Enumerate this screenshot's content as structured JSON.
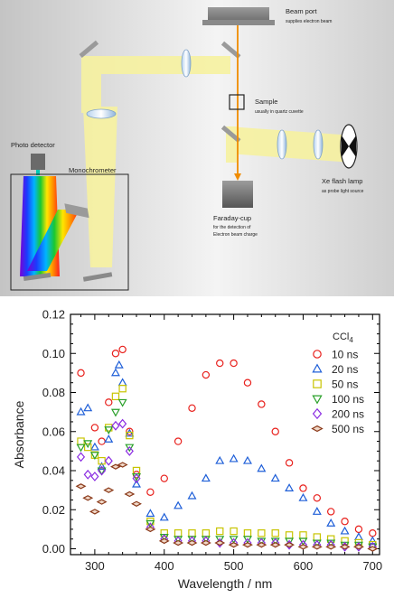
{
  "diagram": {
    "labels": {
      "beam_port": "Beam port",
      "beam_port_sub": "supplies electron beam",
      "sample": "Sample",
      "sample_sub": "usually in quartz cuvette",
      "photo_detector": "Photo detector",
      "monochrometer": "Monochrometer",
      "faraday": "Faraday-cup",
      "faraday_sub1": "for the detection of",
      "faraday_sub2": "Electron beam charge",
      "lamp": "Xe flash lamp",
      "lamp_sub": "as probe light source"
    },
    "colors": {
      "electron_beam": "#f08c00",
      "probe_light": "#f7f2a0",
      "background": "#d9d9d9"
    }
  },
  "chart_data": {
    "type": "scatter",
    "xlabel": "Wavelength / nm",
    "ylabel": "Absorbance",
    "xlim": [
      265,
      710
    ],
    "ylim": [
      -0.003,
      0.12
    ],
    "xticks": [
      "300",
      "400",
      "500",
      "600",
      "700"
    ],
    "yticks": [
      "0.00",
      "0.02",
      "0.04",
      "0.06",
      "0.08",
      "0.10",
      "0.12"
    ],
    "legend_title": "CCl",
    "legend_title_sub": "4",
    "legend_position": "top-right",
    "series": [
      {
        "name": "10 ns",
        "marker": "circle",
        "color": "#e8201c",
        "x": [
          280,
          300,
          310,
          320,
          330,
          340,
          350,
          360,
          380,
          400,
          420,
          440,
          460,
          480,
          500,
          520,
          540,
          560,
          580,
          600,
          620,
          640,
          660,
          680,
          700
        ],
        "y": [
          0.09,
          0.062,
          0.055,
          0.075,
          0.1,
          0.102,
          0.06,
          0.038,
          0.029,
          0.036,
          0.055,
          0.072,
          0.089,
          0.095,
          0.095,
          0.085,
          0.074,
          0.06,
          0.044,
          0.031,
          0.026,
          0.019,
          0.014,
          0.01,
          0.008
        ]
      },
      {
        "name": "20 ns",
        "marker": "triangle",
        "color": "#1f5fd8",
        "x": [
          280,
          290,
          300,
          310,
          320,
          330,
          335,
          340,
          350,
          360,
          380,
          400,
          420,
          440,
          460,
          480,
          500,
          520,
          540,
          560,
          580,
          600,
          620,
          640,
          660,
          680,
          700
        ],
        "y": [
          0.07,
          0.072,
          0.052,
          0.042,
          0.056,
          0.09,
          0.094,
          0.085,
          0.059,
          0.033,
          0.018,
          0.016,
          0.022,
          0.027,
          0.036,
          0.045,
          0.046,
          0.045,
          0.041,
          0.036,
          0.031,
          0.026,
          0.019,
          0.013,
          0.009,
          0.006,
          0.004
        ]
      },
      {
        "name": "50 ns",
        "marker": "square",
        "color": "#c8c400",
        "x": [
          280,
          290,
          300,
          310,
          320,
          330,
          340,
          350,
          360,
          380,
          400,
          420,
          440,
          460,
          480,
          500,
          520,
          540,
          560,
          580,
          600,
          620,
          640,
          660,
          680,
          700
        ],
        "y": [
          0.055,
          0.052,
          0.048,
          0.045,
          0.062,
          0.078,
          0.082,
          0.058,
          0.04,
          0.014,
          0.008,
          0.008,
          0.008,
          0.008,
          0.009,
          0.009,
          0.008,
          0.008,
          0.008,
          0.007,
          0.007,
          0.006,
          0.005,
          0.004,
          0.003,
          0.002
        ]
      },
      {
        "name": "100 ns",
        "marker": "triangle-down",
        "color": "#2aa02a",
        "x": [
          280,
          290,
          300,
          310,
          320,
          330,
          340,
          350,
          360,
          380,
          400,
          420,
          440,
          460,
          480,
          500,
          520,
          540,
          560,
          580,
          600,
          620,
          640,
          660,
          680,
          700
        ],
        "y": [
          0.052,
          0.054,
          0.048,
          0.04,
          0.061,
          0.07,
          0.075,
          0.052,
          0.037,
          0.013,
          0.006,
          0.005,
          0.005,
          0.005,
          0.005,
          0.005,
          0.005,
          0.004,
          0.004,
          0.004,
          0.004,
          0.003,
          0.003,
          0.002,
          0.002,
          0.001
        ]
      },
      {
        "name": "200 ns",
        "marker": "diamond",
        "color": "#8a2be2",
        "x": [
          280,
          290,
          300,
          310,
          320,
          330,
          340,
          350,
          360,
          380,
          400,
          420,
          440,
          460,
          480,
          500,
          520,
          540,
          560,
          580,
          600,
          620,
          640,
          660,
          680,
          700
        ],
        "y": [
          0.047,
          0.038,
          0.037,
          0.04,
          0.045,
          0.063,
          0.064,
          0.05,
          0.036,
          0.011,
          0.005,
          0.004,
          0.004,
          0.004,
          0.003,
          0.003,
          0.003,
          0.003,
          0.003,
          0.002,
          0.002,
          0.002,
          0.002,
          0.001,
          0.001,
          0.001
        ]
      },
      {
        "name": "500 ns",
        "marker": "diamond-filled",
        "color": "#8b3a1a",
        "x": [
          280,
          290,
          300,
          310,
          320,
          330,
          340,
          350,
          360,
          380,
          400,
          420,
          440,
          460,
          480,
          500,
          520,
          540,
          560,
          580,
          600,
          620,
          640,
          660,
          680,
          700
        ],
        "y": [
          0.032,
          0.026,
          0.019,
          0.024,
          0.03,
          0.042,
          0.043,
          0.028,
          0.023,
          0.01,
          0.004,
          0.003,
          0.003,
          0.003,
          0.003,
          0.002,
          0.002,
          0.002,
          0.002,
          0.002,
          0.001,
          0.001,
          0.001,
          0.001,
          0.001,
          0.0
        ]
      }
    ]
  }
}
